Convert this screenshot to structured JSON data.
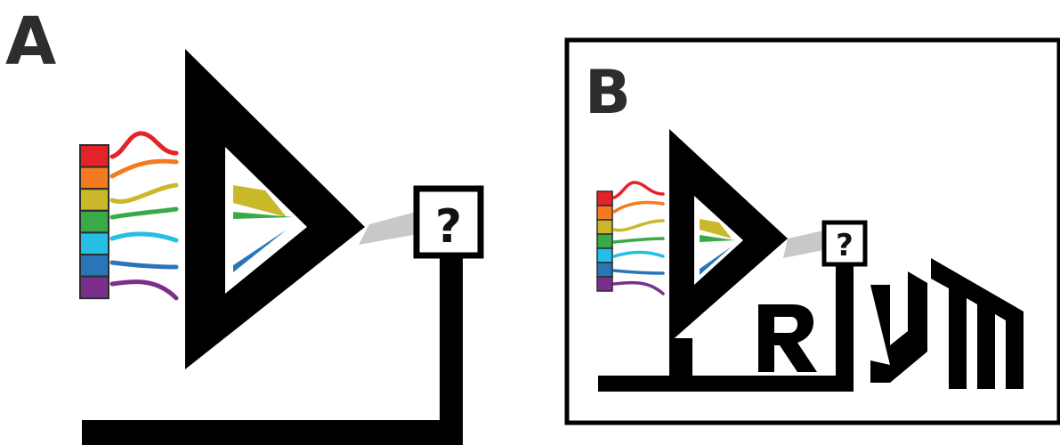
{
  "panel_a": {
    "label": "A",
    "question_mark": "?",
    "spectrum_colors": [
      "#e42229",
      "#f47a20",
      "#c9b92a",
      "#3aaa48",
      "#25bfe6",
      "#2a74b8",
      "#7b2f8d"
    ]
  },
  "panel_b": {
    "label": "B",
    "question_mark": "?",
    "logo_letters": [
      "R"
    ],
    "spectrum_colors": [
      "#e42229",
      "#f47a20",
      "#c9b92a",
      "#3aaa48",
      "#25bfe6",
      "#2a74b8",
      "#7b2f8d"
    ]
  },
  "colors": {
    "ink": "#000000",
    "label": "#2b2d2f",
    "beam": "#c8c8c8",
    "dispersed_yellow": "#c9b92a",
    "dispersed_green": "#3aaa48",
    "dispersed_blue": "#2a74b8"
  }
}
